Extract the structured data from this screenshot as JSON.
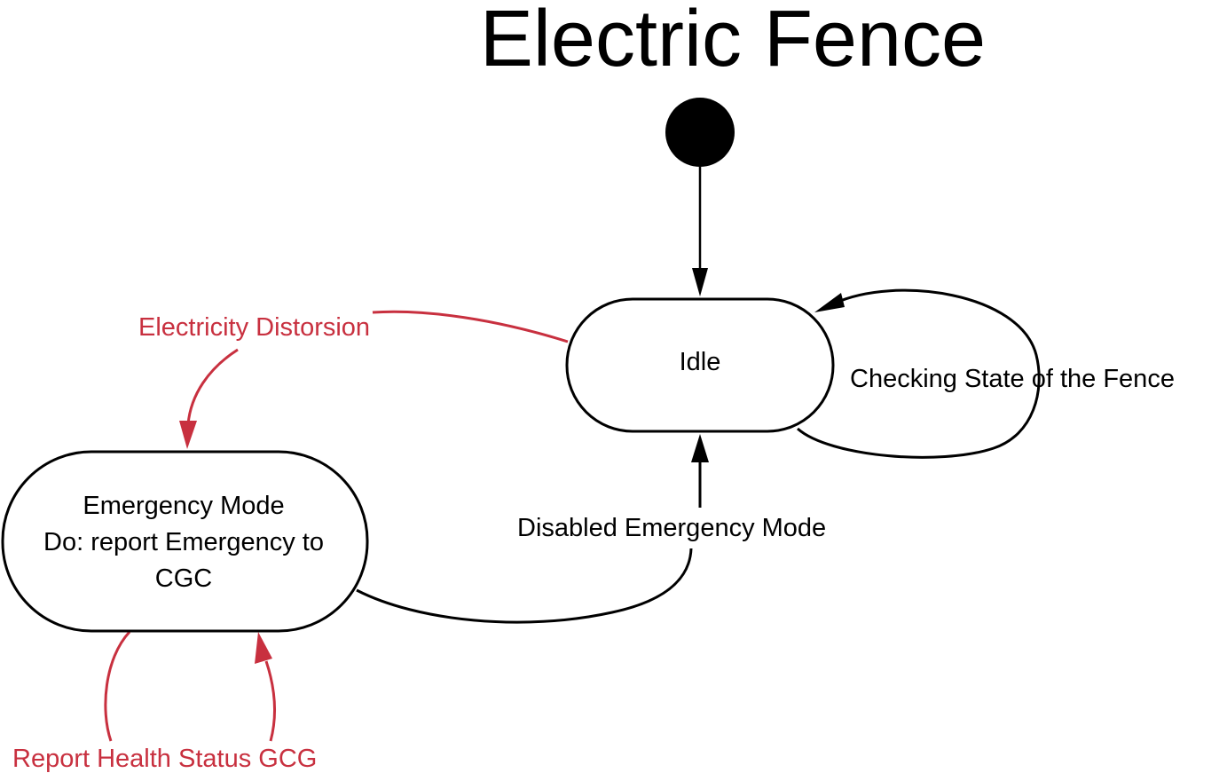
{
  "title": "Electric Fence",
  "colors": {
    "black": "#000000",
    "red": "#c8303f"
  },
  "states": {
    "idle": {
      "label": "Idle"
    },
    "emergency": {
      "lines": [
        "Emergency Mode",
        "Do: report Emergency to",
        "CGC"
      ]
    }
  },
  "transitions": {
    "self_idle": {
      "label": "Checking State of the Fence",
      "color": "black"
    },
    "idle_to_emergency": {
      "label": "Electricity Distorsion",
      "color": "red"
    },
    "emergency_to_idle": {
      "label": "Disabled Emergency Mode",
      "color": "black"
    },
    "self_emergency": {
      "label": "Report Health Status GCG",
      "color": "red"
    }
  }
}
